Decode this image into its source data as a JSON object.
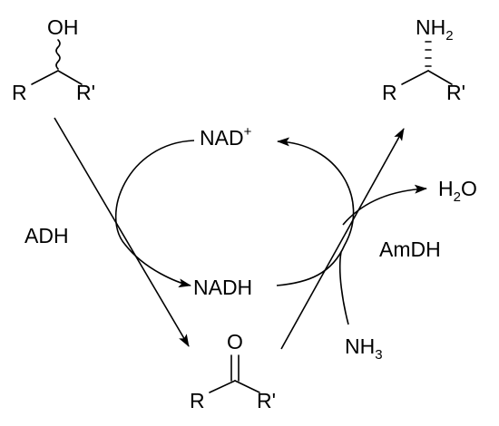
{
  "alcohol": {
    "oh": "OH",
    "r": "R",
    "r_prime": "R'"
  },
  "amine": {
    "nh": "NH",
    "nh_sub": "2",
    "r": "R",
    "r_prime": "R'"
  },
  "ketone": {
    "o": "O",
    "r": "R",
    "r_prime": "R'"
  },
  "cofactors": {
    "nad": "NAD",
    "nad_sup": "+",
    "nadh": "NADH"
  },
  "enzymes": {
    "adh": "ADH",
    "amdh": "AmDH"
  },
  "water": {
    "h": "H",
    "sub": "2",
    "o": "O"
  },
  "ammonia": {
    "nh": "NH",
    "sub": "3"
  },
  "colors": {
    "ink": "#000000",
    "background": "#ffffff"
  }
}
